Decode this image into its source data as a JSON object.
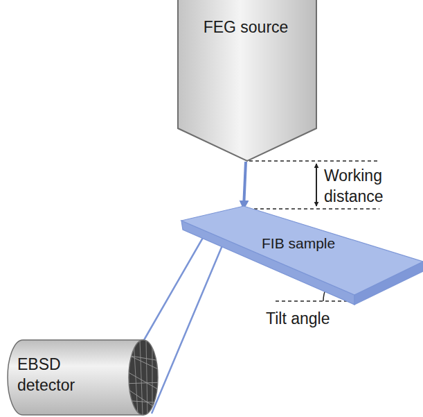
{
  "diagram": {
    "nodes": [
      {
        "text": [
          "FEG source"
        ]
      },
      {
        "text": [
          "FIB sample"
        ]
      },
      {
        "text": [
          "EBSD detector"
        ]
      }
    ],
    "edges": [
      {
        "from": 0,
        "to": 1,
        "arrow": "to"
      },
      {
        "from": 1,
        "to": 2,
        "arrow": "none"
      }
    ],
    "labels": [
      "Working distance",
      "Tilt angle"
    ]
  }
}
